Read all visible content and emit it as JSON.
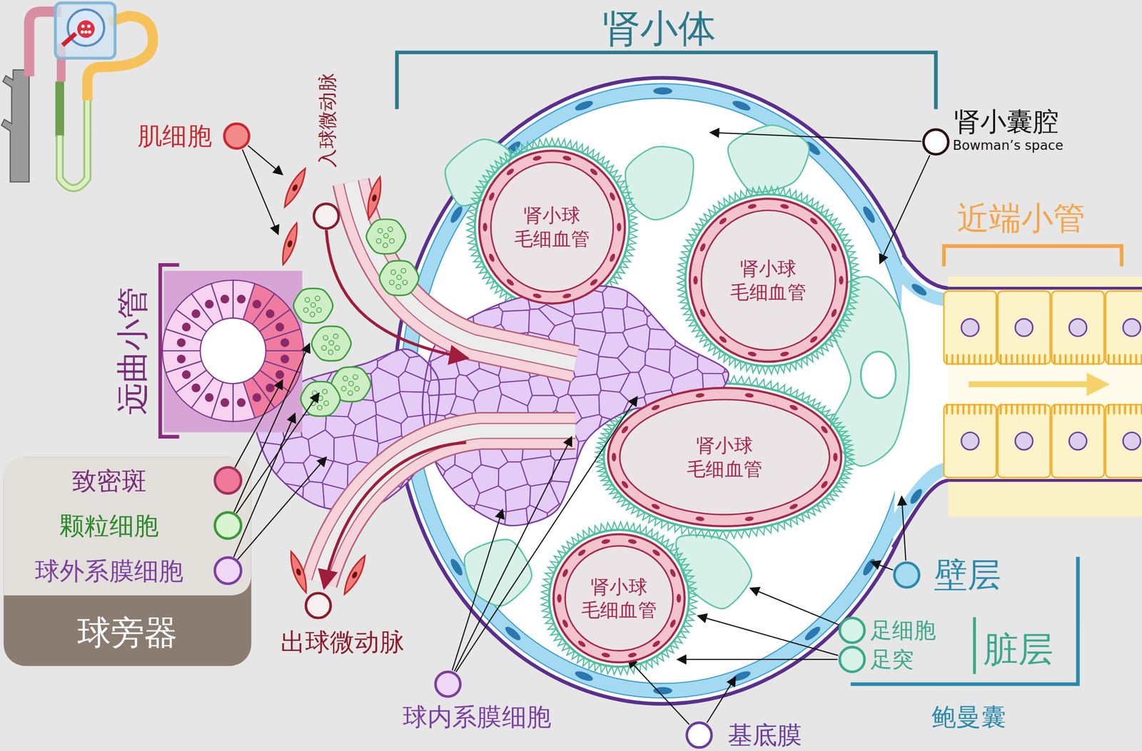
{
  "diagram": {
    "nodes": [
      {
        "text": [
          "肾小球 毛细血管"
        ]
      },
      {
        "text": [
          "肾小球 毛细血管"
        ]
      },
      {
        "text": [
          "肾小球 毛细血管"
        ]
      },
      {
        "text": [
          "肾小球 毛细血管"
        ]
      },
      {
        "text": [
          "致密斑",
          "颗粒细胞",
          "球外系膜细胞",
          "球旁器"
        ]
      }
    ],
    "labels": [
      "肾小体",
      "肾小囊腔",
      "Bowman’s space",
      "近端小管",
      "肌细胞",
      "入球微动脉",
      "远曲小管",
      "出球微动脉",
      "球内系膜细胞",
      "基底膜",
      "壁层",
      "足细胞",
      "足突",
      "脏层",
      "鲍曼囊"
    ]
  }
}
